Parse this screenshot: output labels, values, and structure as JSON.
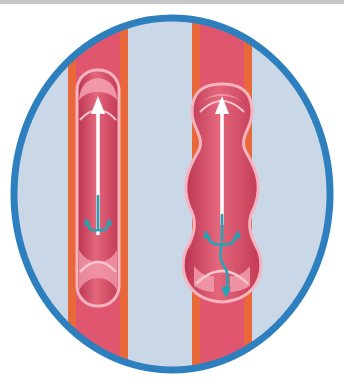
{
  "illustration": {
    "subject": "vein-valves-comparison",
    "colors": {
      "frame_ring": "#2e7fbe",
      "background_fill": "#c9d7e7",
      "vessel_wall": "#e8683a",
      "vessel_lumen": "#e0566e",
      "vessel_lumen_dark": "#c23a55",
      "valve_highlight": "#f9b9c2",
      "flow_arrow": "#ffffff",
      "backflow_arrow": "#1fa6b6"
    },
    "panels": [
      {
        "id": "left",
        "state": "healthy-valves"
      },
      {
        "id": "right",
        "state": "incompetent-valves"
      }
    ]
  },
  "footer": {
    "partial_text": ""
  }
}
